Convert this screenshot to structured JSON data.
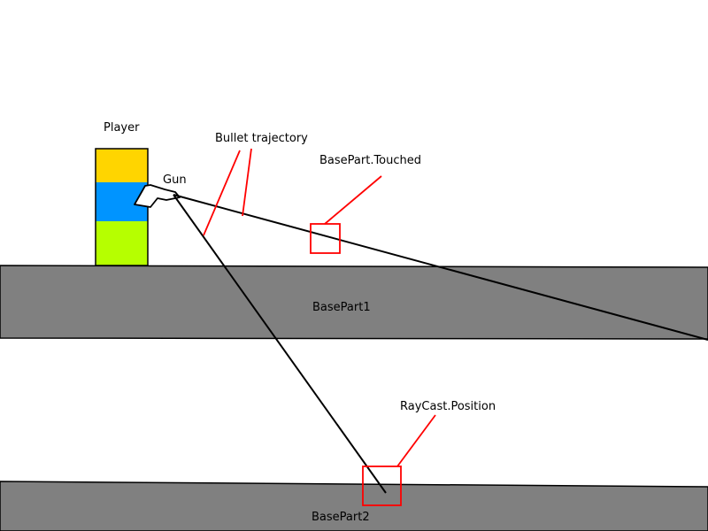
{
  "labels": {
    "player": "Player",
    "gun": "Gun",
    "bullet_trajectory": "Bullet trajectory",
    "basepart_touched": "BasePart.Touched",
    "basepart1": "BasePart1",
    "raycast_position": "RayCast.Position",
    "basepart2": "BasePart2"
  },
  "colors": {
    "background": "#ffffff",
    "ground": "#808080",
    "player_top": "#ffd500",
    "player_middle": "#0094ff",
    "player_bottom": "#b6ff00",
    "annotation": "#ff0000",
    "trajectory": "#000000"
  },
  "icons": {
    "gun": "gun-icon"
  }
}
